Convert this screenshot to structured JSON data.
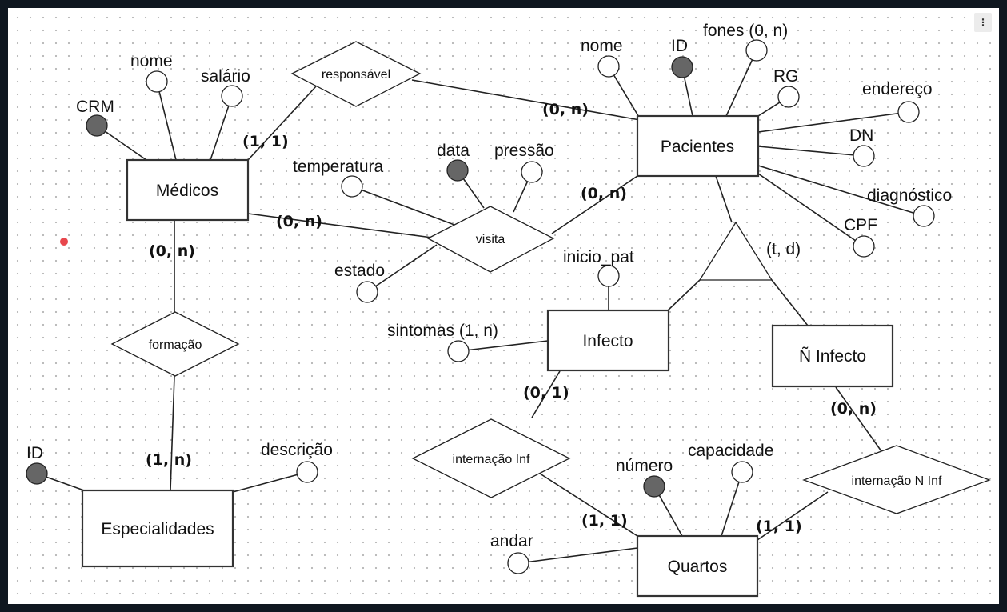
{
  "toolbar": {
    "menu_icon": "⋮"
  },
  "colors": {
    "key_attribute_fill": "#666666",
    "pointer_dot": "#e8474d",
    "frame": "#0f1720"
  },
  "entities": {
    "medicos": "Médicos",
    "pacientes": "Pacientes",
    "especialidades": "Especialidades",
    "infecto": "Infecto",
    "n_infecto": "Ñ Infecto",
    "quartos": "Quartos"
  },
  "relationships": {
    "responsavel": "responsável",
    "visita": "visita",
    "formacao": "formação",
    "internacao_inf": "internação Inf",
    "internacao_n_inf": "internação N Inf"
  },
  "specialization": {
    "label": "(t, d)"
  },
  "attributes": {
    "medicos": {
      "crm": "CRM",
      "nome": "nome",
      "salario": "salário"
    },
    "pacientes": {
      "nome": "nome",
      "id": "ID",
      "fones": "fones (0, n)",
      "rg": "RG",
      "endereco": "endereço",
      "dn": "DN",
      "diagnostico": "diagnóstico",
      "cpf": "CPF"
    },
    "visita": {
      "temperatura": "temperatura",
      "data": "data",
      "pressao": "pressão",
      "estado": "estado"
    },
    "infecto": {
      "inicio_pat": "inicio_pat",
      "sintomas": "sintomas (1, n)"
    },
    "especialidades": {
      "id": "ID",
      "descricao": "descrição"
    },
    "quartos": {
      "numero": "número",
      "capacidade": "capacidade",
      "andar": "andar"
    }
  },
  "cardinalities": {
    "responsavel_medicos": "(1, 1)",
    "responsavel_pacientes": "(0, n)",
    "visita_medicos": "(0, n)",
    "visita_pacientes": "(0, n)",
    "formacao_medicos": "(0, n)",
    "formacao_especialidades": "(1, n)",
    "internacao_inf_infecto": "(0, 1)",
    "internacao_inf_quartos": "(1, 1)",
    "internacao_n_inf_n_infecto": "(0, n)",
    "internacao_n_inf_quartos": "(1, 1)"
  }
}
